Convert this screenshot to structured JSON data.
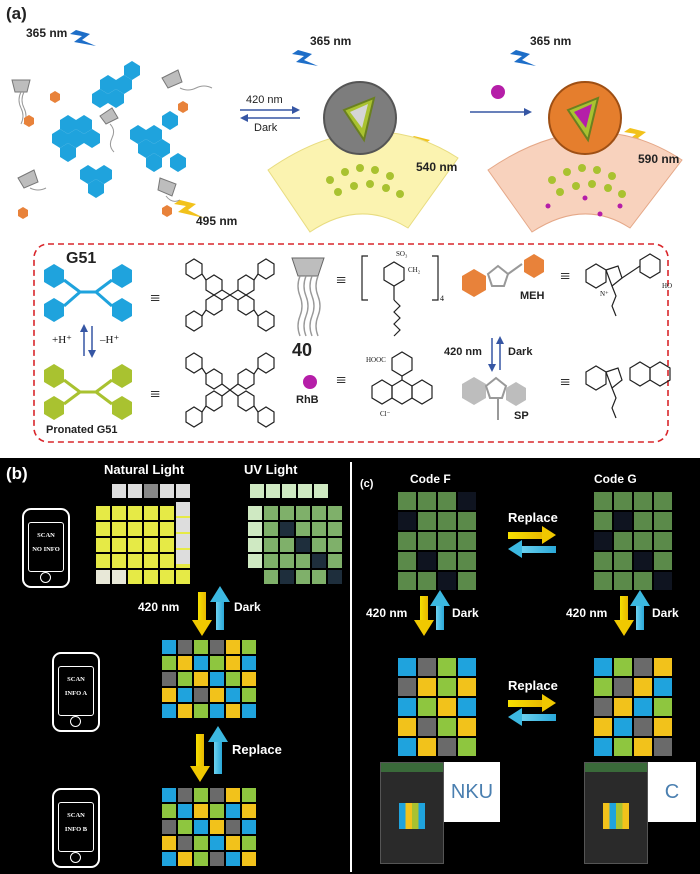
{
  "panel_a": {
    "label": "(a)",
    "uv_left": "365 nm",
    "uv_mid": "365 nm",
    "uv_right": "365 nm",
    "em_left": "495 nm",
    "em_mid": "540 nm",
    "em_right": "590 nm",
    "arrow_light": "420 nm",
    "arrow_dark": "Dark",
    "g51": "G51",
    "proton_add": "+H⁺",
    "proton_remove": "–H⁺",
    "pronated": "Pronated G51",
    "host": "40",
    "rhb": "RhB",
    "meh": "MEH",
    "sp": "SP",
    "switch_light": "420 nm",
    "switch_dark": "Dark",
    "eq": "≡",
    "so3": "SO₃",
    "ch2": "CH₂",
    "sub4": "4",
    "cooh": "HOOC",
    "oh": "HO",
    "cl": "Cl⁻",
    "nplus": "N⁺",
    "colors": {
      "blue": "#1fa3dd",
      "green": "#a9c230",
      "orange": "#e8823a",
      "magenta": "#b51ea8",
      "dash": "#d9262b"
    }
  },
  "panel_b": {
    "label": "(b)",
    "natural": "Natural Light",
    "uv": "UV Light",
    "light": "420 nm",
    "dark": "Dark",
    "replace": "Replace",
    "phone1_top": "SCAN",
    "phone1_bottom": "NO INFO",
    "phone2_top": "SCAN",
    "phone2_bottom": "INFO A",
    "phone3_top": "SCAN",
    "phone3_bottom": "INFO B"
  },
  "panel_c": {
    "label": "(c)",
    "code_f": "Code F",
    "code_g": "Code G",
    "replace_top": "Replace",
    "replace_bottom": "Replace",
    "light_left": "420 nm",
    "dark_left": "Dark",
    "light_right": "420 nm",
    "dark_right": "Dark",
    "result_left": "NKU",
    "result_right": "C"
  },
  "grids": {
    "info_a": [
      [
        "b",
        "k",
        "g",
        "k",
        "y",
        "g"
      ],
      [
        "g",
        "y",
        "b",
        "g",
        "y",
        "b"
      ],
      [
        "k",
        "g",
        "y",
        "b",
        "g",
        "y"
      ],
      [
        "y",
        "b",
        "k",
        "y",
        "b",
        "g"
      ],
      [
        "b",
        "y",
        "g",
        "b",
        "y",
        "b"
      ]
    ],
    "info_b": [
      [
        "b",
        "k",
        "g",
        "k",
        "y",
        "g"
      ],
      [
        "g",
        "b",
        "y",
        "g",
        "b",
        "y"
      ],
      [
        "k",
        "g",
        "b",
        "y",
        "k",
        "b"
      ],
      [
        "y",
        "k",
        "g",
        "b",
        "y",
        "g"
      ],
      [
        "b",
        "y",
        "g",
        "k",
        "b",
        "y"
      ]
    ]
  }
}
